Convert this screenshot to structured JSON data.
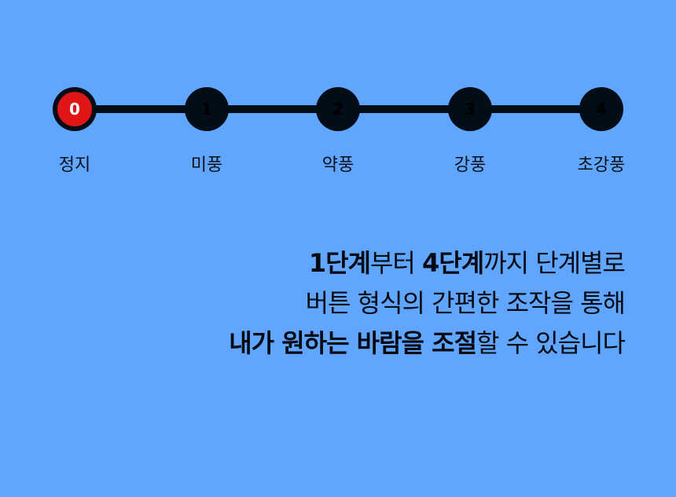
{
  "colors": {
    "background": "#60a5fe",
    "track": "#020d17",
    "active": "#e01515"
  },
  "stepper": {
    "active_index": 0,
    "steps": [
      {
        "number": "0",
        "label": "정지"
      },
      {
        "number": "1",
        "label": "미풍"
      },
      {
        "number": "2",
        "label": "약풍"
      },
      {
        "number": "3",
        "label": "강풍"
      },
      {
        "number": "4",
        "label": "초강풍"
      }
    ]
  },
  "description": {
    "line1": [
      {
        "text": "1단계",
        "bold": true
      },
      {
        "text": "부터 ",
        "bold": false
      },
      {
        "text": "4단계",
        "bold": true
      },
      {
        "text": "까지 단계별로",
        "bold": false
      }
    ],
    "line2": [
      {
        "text": "버튼 형식의 간편한 조작을 통해",
        "bold": false
      }
    ],
    "line3": [
      {
        "text": "내가 원하는 바람을 조절",
        "bold": true
      },
      {
        "text": "할 수 있습니다",
        "bold": false
      }
    ]
  }
}
